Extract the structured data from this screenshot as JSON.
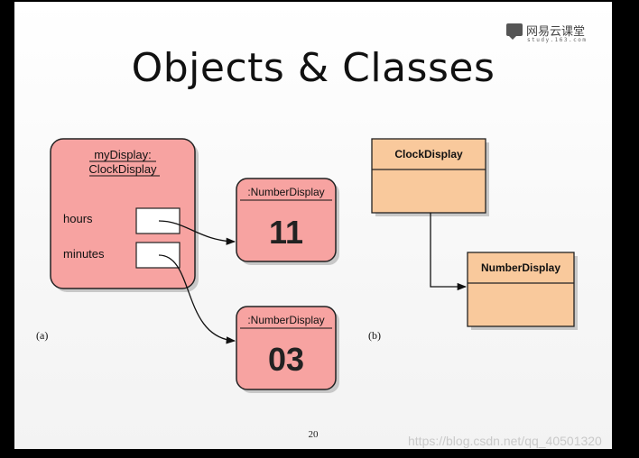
{
  "slide": {
    "title": "Objects & Classes",
    "page_number": "20",
    "logo": {
      "name": "网易云课堂",
      "subtitle": "study.163.com"
    }
  },
  "diagram_a": {
    "label": "(a)",
    "object": {
      "name_line1": "myDisplay:",
      "name_line2": "ClockDisplay",
      "fields": [
        {
          "name": "hours"
        },
        {
          "name": "minutes"
        }
      ]
    },
    "targets": [
      {
        "type": ":NumberDisplay",
        "value": "11"
      },
      {
        "type": ":NumberDisplay",
        "value": "03"
      }
    ]
  },
  "diagram_b": {
    "label": "(b)",
    "classes": [
      {
        "name": "ClockDisplay"
      },
      {
        "name": "NumberDisplay"
      }
    ]
  },
  "watermark": "https://blog.csdn.net/qq_40501320",
  "colors": {
    "object_fill": "#f7a3a1",
    "class_fill": "#f9c99c",
    "shadow": "#c8c8c8"
  }
}
